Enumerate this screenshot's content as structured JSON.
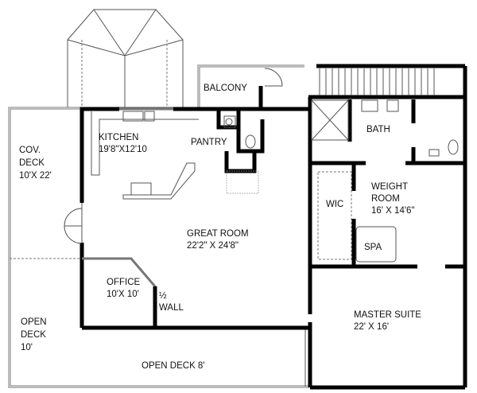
{
  "rooms": {
    "balcony": {
      "name": "BALCONY"
    },
    "kitchen": {
      "name": "KITCHEN",
      "size": "19'8\"X12'10"
    },
    "pantry": {
      "name": "PANTRY"
    },
    "cov_deck": {
      "line1": "COV.",
      "line2": "DECK",
      "size": "10'X 22'"
    },
    "bath": {
      "name": "BATH"
    },
    "weight_room": {
      "line1": "WEIGHT",
      "line2": "ROOM",
      "size": "16' X 14'6\""
    },
    "wic": {
      "name": "WIC"
    },
    "spa": {
      "name": "SPA"
    },
    "great_room": {
      "name": "GREAT ROOM",
      "size": "22'2\" X 24'8\""
    },
    "office": {
      "name": "OFFICE",
      "size": "10'X 10'"
    },
    "half_wall": {
      "fraction": "½",
      "name": "WALL"
    },
    "open_deck_west": {
      "line1": "OPEN",
      "line2": "DECK",
      "size": "10'"
    },
    "master_suite": {
      "name": "MASTER SUITE",
      "size": "22' X 16'"
    },
    "open_deck_south": {
      "name": "OPEN DECK 8'"
    }
  }
}
